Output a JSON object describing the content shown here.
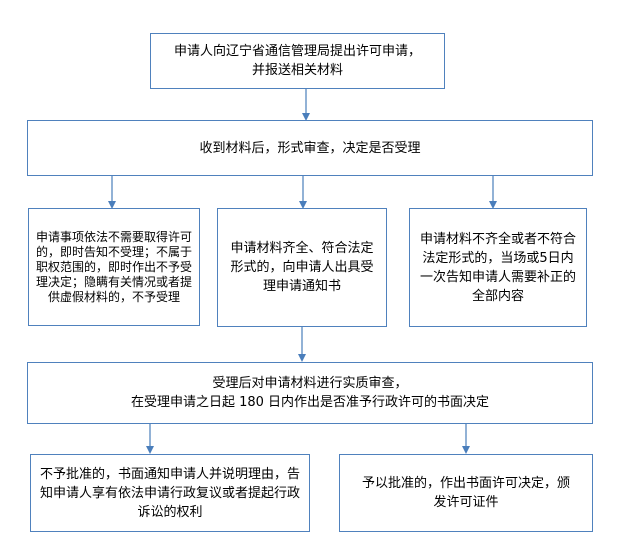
{
  "boxes": {
    "apply": "申请人向辽宁省通信管理局提出许可申请，\n并报送相关材料",
    "receive": "收到材料后，形式审查，决定是否受理",
    "reject_scope": "申请事项依法不需要取得许可的，即时告知不受理；不属于职权范围的，即时作出不予受理决定；隐瞒有关情况或者提供虚假材料的，不予受理",
    "accept_notice": "申请材料齐全、符合法定形式的，向申请人出具受理申请通知书",
    "incomplete": "申请材料不齐全或者不符合法定形式的，当场或5日内一次告知申请人需要补正的全部内容",
    "review": "受理后对申请材料进行实质审查，\n在受理申请之日起 180 日内作出是否准予行政许可的书面决定",
    "deny": "不予批准的，书面通知申请人并说明理由，告知申请人享有依法申请行政复议或者提起行政诉讼的权利",
    "approve": "予以批准的，作出书面许可决定，颁发许可证件"
  },
  "colors": {
    "border": "#4f81bd",
    "arrow": "#4a7ebb"
  }
}
